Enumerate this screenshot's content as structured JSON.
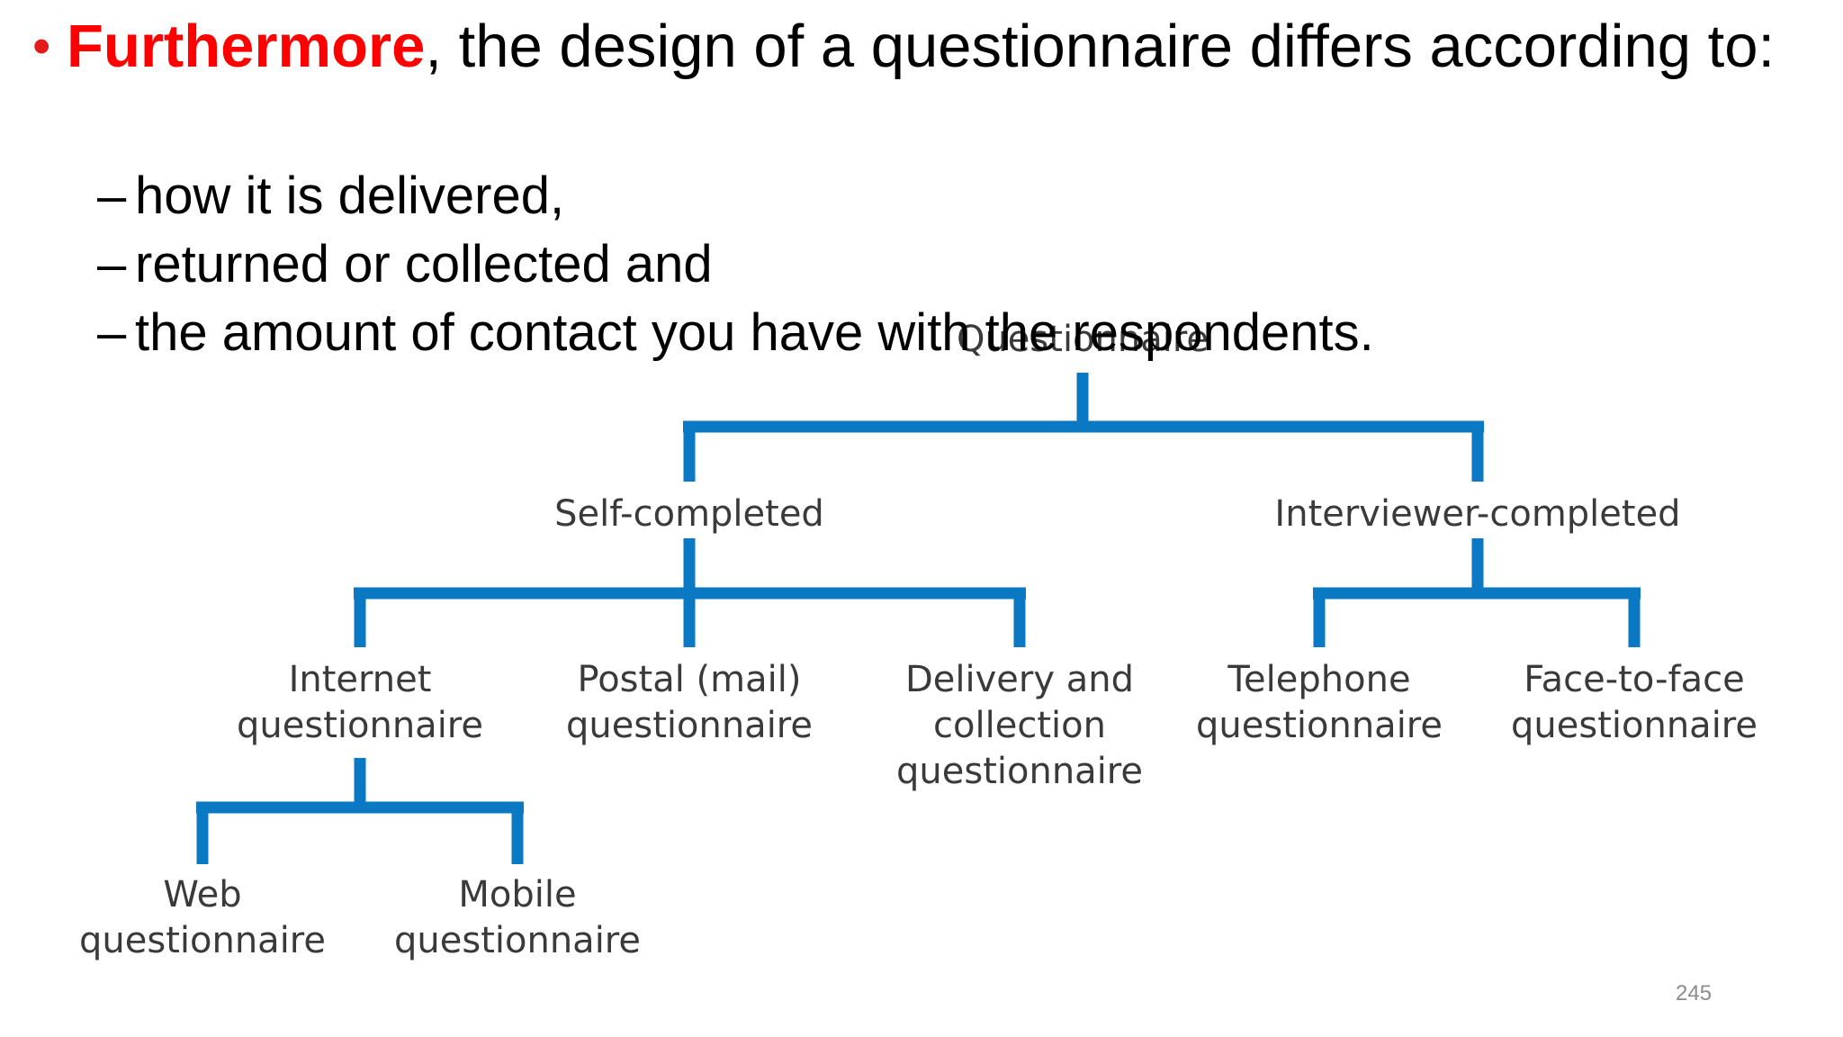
{
  "bullet": {
    "highlight": "Furthermore",
    "text": ", the design of a questionnaire differs according to:"
  },
  "sub_items": [
    "how it is delivered,",
    "returned or collected and",
    "the amount of contact you have with the respondents."
  ],
  "sub_dash": "–",
  "diagram": {
    "root": "Questionnaire",
    "self_completed": "Self-completed",
    "interviewer_completed": "Interviewer-completed",
    "internet": [
      "Internet",
      "questionnaire"
    ],
    "postal": [
      "Postal (mail)",
      "questionnaire"
    ],
    "delivery": [
      "Delivery and",
      "collection",
      "questionnaire"
    ],
    "telephone": [
      "Telephone",
      "questionnaire"
    ],
    "face_to_face": [
      "Face-to-face",
      "questionnaire"
    ],
    "web": [
      "Web",
      "questionnaire"
    ],
    "mobile": [
      "Mobile",
      "questionnaire"
    ],
    "connector_color": "#0a78c2"
  },
  "page_number": "245"
}
